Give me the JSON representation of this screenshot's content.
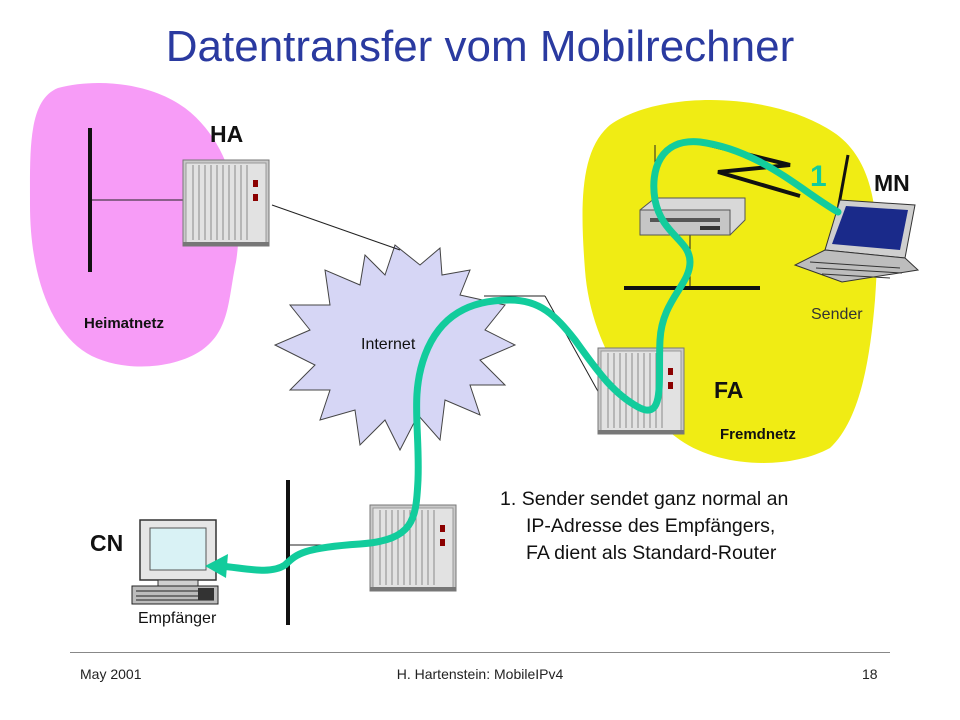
{
  "slide": {
    "title": "Datentransfer vom Mobilrechner"
  },
  "labels": {
    "ha": "HA",
    "mn": "MN",
    "fa": "FA",
    "cn": "CN",
    "heimatnetz": "Heimatnetz",
    "fremdnetz": "Fremdnetz",
    "internet": "Internet",
    "sender": "Sender",
    "empfaenger": "Empfänger",
    "step_marker": "1"
  },
  "step": {
    "number": "1.",
    "line1": "Sender sendet ganz normal an",
    "line2": "IP-Adresse des Empfängers,",
    "line3": "FA dient als Standard-Router"
  },
  "footer": {
    "date": "May 2001",
    "author": "H. Hartenstein: MobileIPv4",
    "page": "18"
  },
  "colors": {
    "title": "#2a3aa0",
    "heimatnetz": "#f79cf7",
    "fremdnetz": "#f0ec14",
    "internet": "#d6d6f5",
    "path": "#12cc9c",
    "step_marker": "#12cc9c"
  }
}
